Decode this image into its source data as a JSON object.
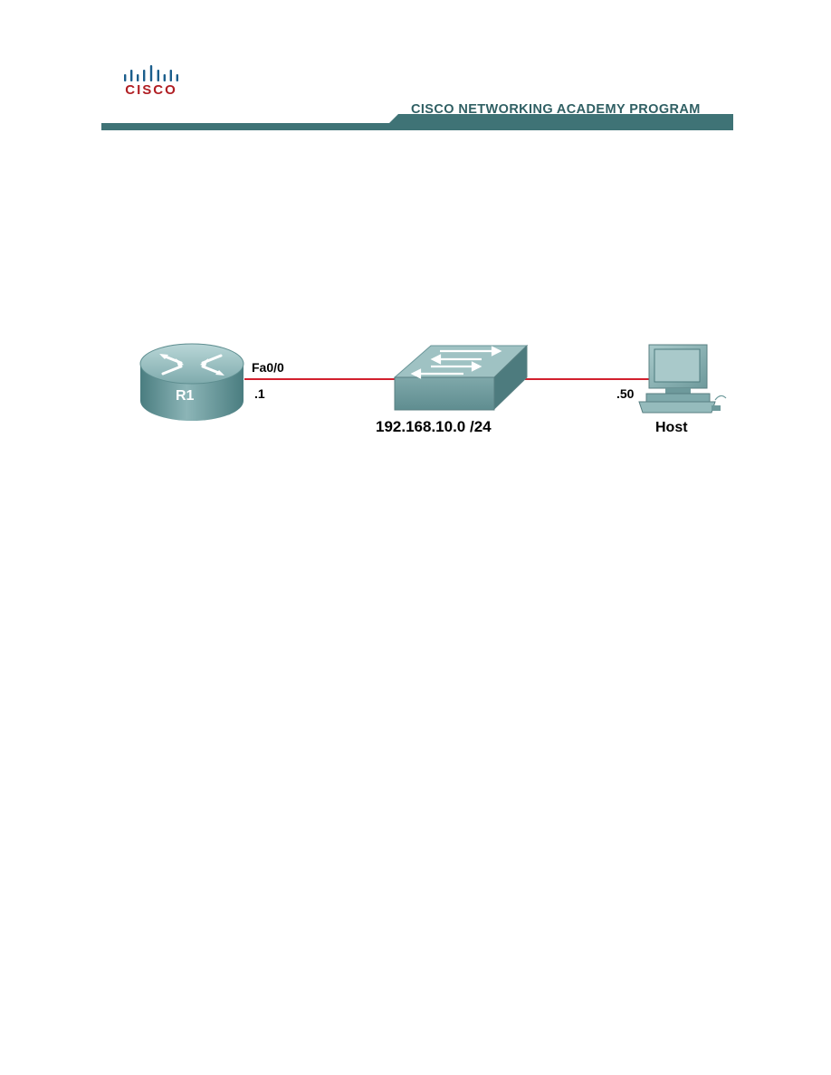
{
  "header": {
    "logo_text": "CISCO",
    "program_title": "CISCO NETWORKING ACADEMY PROGRAM"
  },
  "topology": {
    "router": {
      "name": "R1",
      "interface": "Fa0/0",
      "address": ".1"
    },
    "network": "192.168.10.0 /24",
    "host": {
      "name": "Host",
      "address": ".50"
    }
  },
  "colors": {
    "brand_red": "#b01e23",
    "teal": "#3f7376",
    "link": "#d2202e"
  }
}
